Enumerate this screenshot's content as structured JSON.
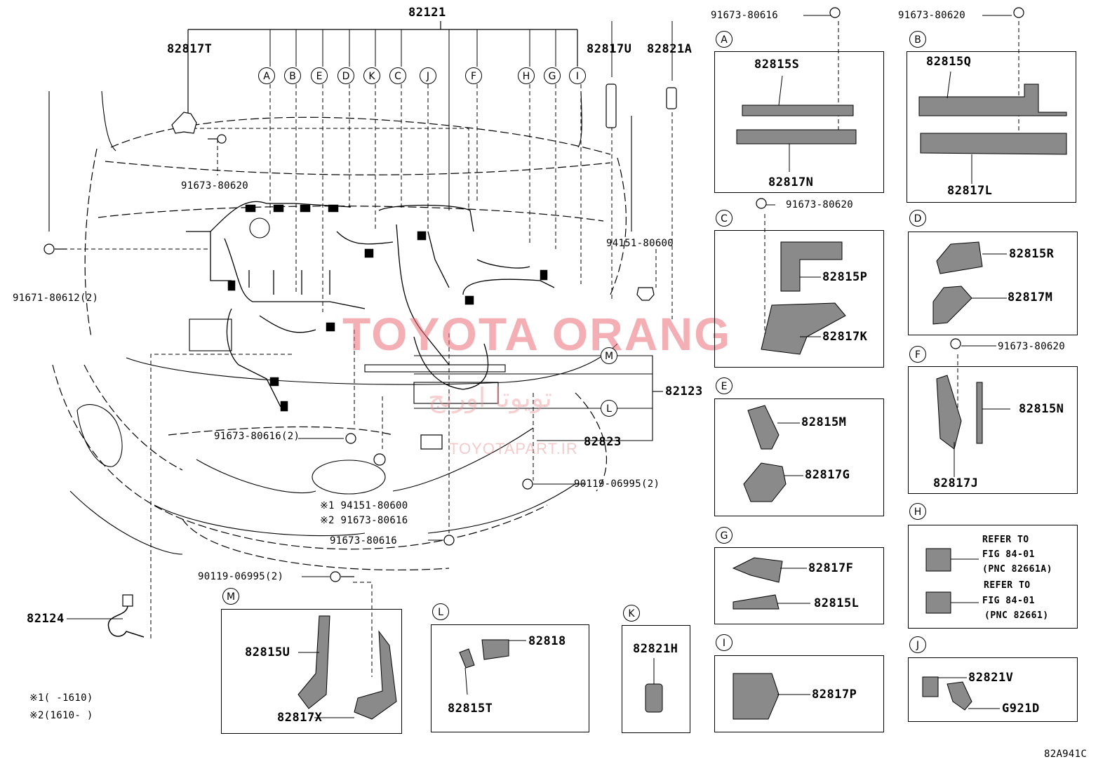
{
  "diagram_id": "82A941C",
  "main_labels": {
    "top_harness": "82121",
    "clip_t": "82817T",
    "clip_u": "82817U",
    "grommet_a": "82821A",
    "bolt_top": "91673-80620",
    "bolt_left": "91671-80612(2)",
    "clip_right": "94151-80600",
    "harness_82123": "82123",
    "bolt_616_2": "91673-80616(2)",
    "part_82823": "82823",
    "bolt_90119_main": "90119-06995(2)",
    "note1_label": "※1 94151-80600",
    "note2_label": "※2 91673-80616",
    "bolt_616_bottom": "91673-80616",
    "bolt_90119_lower": "90119-06995(2)",
    "part_82124": "82124",
    "footnote1": "※1(     -1610)",
    "footnote2": "※2(1610-     )"
  },
  "top_letters": [
    "A",
    "B",
    "E",
    "D",
    "K",
    "C",
    "J",
    "F",
    "H",
    "G",
    "I"
  ],
  "side_letters": [
    "M",
    "L"
  ],
  "watermark": {
    "main": "TOYOTA ORANG",
    "arabic": "تويوتا اورنج",
    "sub": "TOYOTAPART.IR"
  },
  "panels": {
    "A": {
      "letter": "A",
      "bolt": "91673-80616",
      "p1": "82815S",
      "p2": "82817N"
    },
    "B": {
      "letter": "B",
      "bolt": "91673-80620",
      "p1": "82815Q",
      "p2": "82817L"
    },
    "C": {
      "letter": "C",
      "bolt": "91673-80620",
      "p1": "82815P",
      "p2": "82817K"
    },
    "D": {
      "letter": "D",
      "p1": "82815R",
      "p2": "82817M"
    },
    "E": {
      "letter": "E",
      "p1": "82815M",
      "p2": "82817G"
    },
    "F": {
      "letter": "F",
      "bolt": "91673-80620",
      "p1": "82815N",
      "p2": "82817J"
    },
    "G": {
      "letter": "G",
      "p1": "82817F",
      "p2": "82815L"
    },
    "H": {
      "letter": "H",
      "r1a": "REFER TO",
      "r1b": "FIG 84-01",
      "r1c": "(PNC 82661A)",
      "r2a": "REFER TO",
      "r2b": "FIG 84-01",
      "r2c": "(PNC 82661)"
    },
    "I": {
      "letter": "I",
      "p1": "82817P"
    },
    "J": {
      "letter": "J",
      "p1": "82821V",
      "p2": "G921D"
    },
    "K": {
      "letter": "K",
      "p1": "82821H"
    },
    "L": {
      "letter": "L",
      "p1": "82818",
      "p2": "82815T"
    },
    "M": {
      "letter": "M",
      "p1": "82815U",
      "p2": "82817X"
    }
  }
}
